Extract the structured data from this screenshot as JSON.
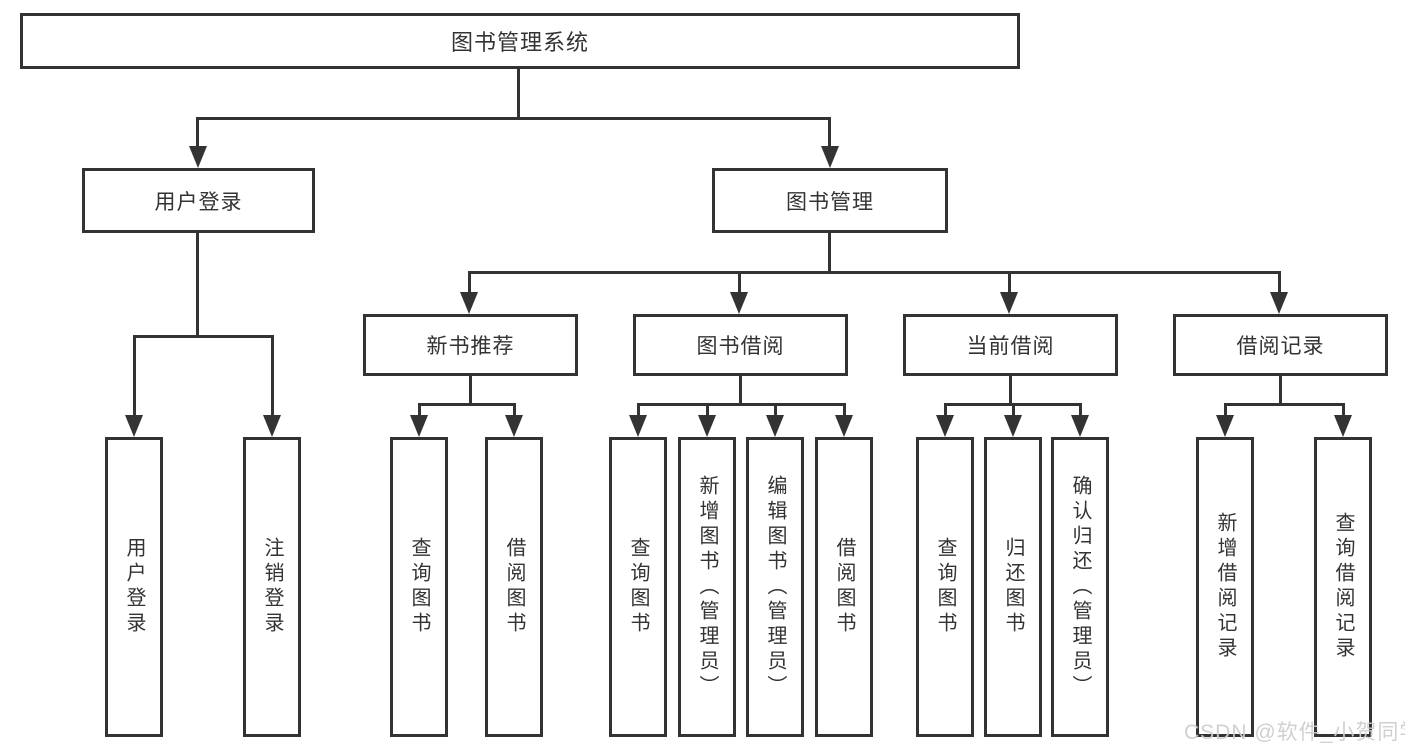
{
  "tree": {
    "label": "图书管理系统",
    "children": [
      {
        "label": "用户登录",
        "children": [
          {
            "label": "用户登录"
          },
          {
            "label": "注销登录"
          }
        ]
      },
      {
        "label": "图书管理",
        "children": [
          {
            "label": "新书推荐",
            "children": [
              {
                "label": "查询图书"
              },
              {
                "label": "借阅图书"
              }
            ]
          },
          {
            "label": "图书借阅",
            "children": [
              {
                "label": "查询图书"
              },
              {
                "label": "新增图书（管理员）"
              },
              {
                "label": "编辑图书（管理员）"
              },
              {
                "label": "借阅图书"
              }
            ]
          },
          {
            "label": "当前借阅",
            "children": [
              {
                "label": "查询图书"
              },
              {
                "label": "归还图书"
              },
              {
                "label": "确认归还（管理员）"
              }
            ]
          },
          {
            "label": "借阅记录",
            "children": [
              {
                "label": "新增借阅记录"
              },
              {
                "label": "查询借阅记录"
              }
            ]
          }
        ]
      }
    ]
  },
  "watermark": {
    "text": "CSDN @软件_小贺同学"
  },
  "colors": {
    "line": "#333333",
    "box_border": "#333333",
    "text": "#333333",
    "background": "#ffffff",
    "watermark": "#cdcdcd"
  }
}
